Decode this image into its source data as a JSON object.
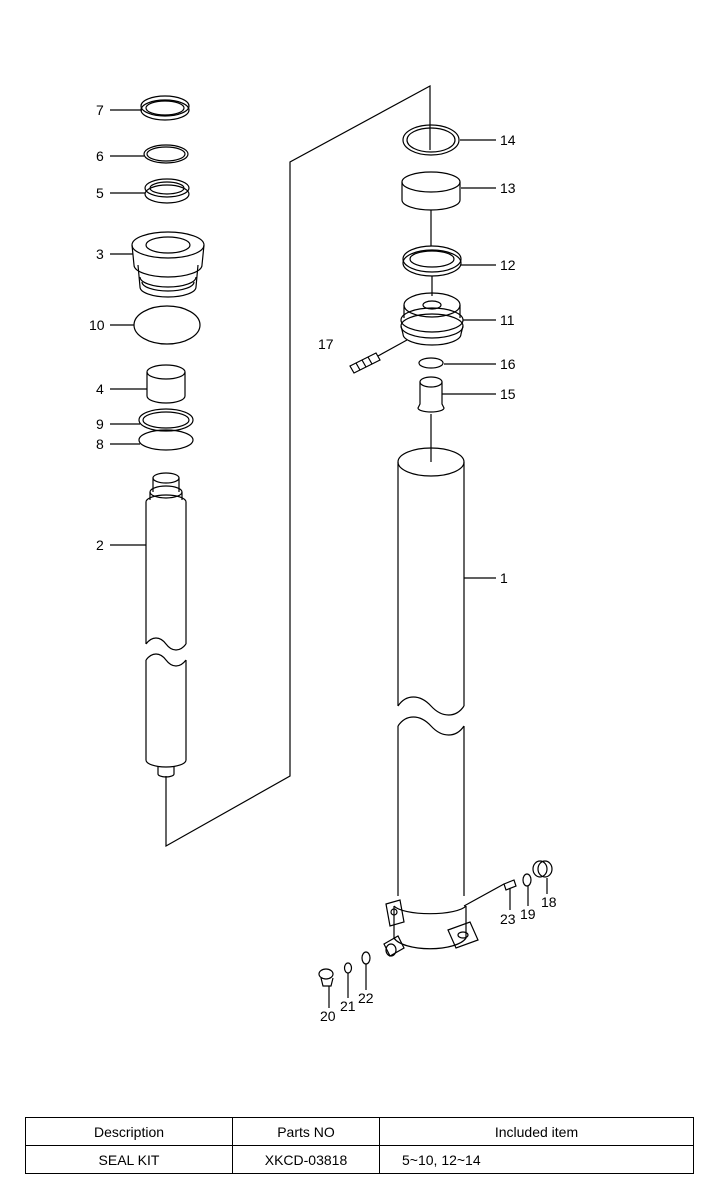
{
  "diagram": {
    "callouts": {
      "p1": "1",
      "p2": "2",
      "p3": "3",
      "p4": "4",
      "p5": "5",
      "p6": "6",
      "p7": "7",
      "p8": "8",
      "p9": "9",
      "p10": "10",
      "p11": "11",
      "p12": "12",
      "p13": "13",
      "p14": "14",
      "p15": "15",
      "p16": "16",
      "p17": "17",
      "p18": "18",
      "p19": "19",
      "p20": "20",
      "p21": "21",
      "p22": "22",
      "p23": "23"
    }
  },
  "parts_table": {
    "headers": [
      "Description",
      "Parts NO",
      "Included item"
    ],
    "rows": [
      [
        "SEAL KIT",
        "XKCD-03818",
        "5~10, 12~14"
      ]
    ]
  }
}
